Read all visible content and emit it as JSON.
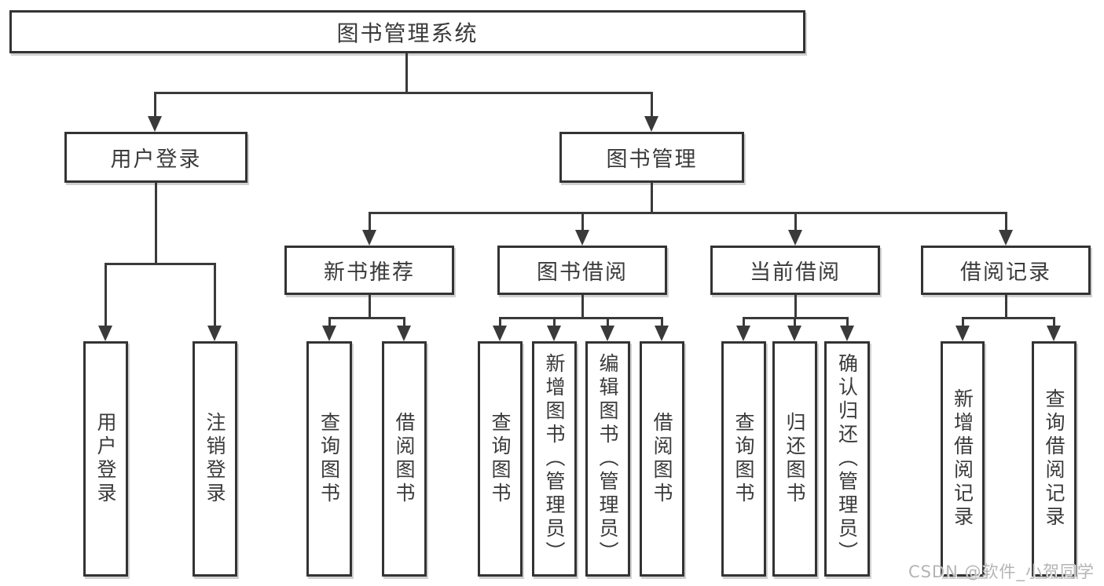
{
  "tree": {
    "root": {
      "label": "图书管理系统"
    },
    "children": [
      {
        "label": "用户登录",
        "children": [
          {
            "label": "用户登录"
          },
          {
            "label": "注销登录"
          }
        ]
      },
      {
        "label": "图书管理",
        "children": [
          {
            "label": "新书推荐",
            "children": [
              {
                "label": "查询图书"
              },
              {
                "label": "借阅图书"
              }
            ]
          },
          {
            "label": "图书借阅",
            "children": [
              {
                "label": "查询图书"
              },
              {
                "label": "新增图书（管理员）"
              },
              {
                "label": "编辑图书（管理员）"
              },
              {
                "label": "借阅图书"
              }
            ]
          },
          {
            "label": "当前借阅",
            "children": [
              {
                "label": "查询图书"
              },
              {
                "label": "归还图书"
              },
              {
                "label": "确认归还（管理员）"
              }
            ]
          },
          {
            "label": "借阅记录",
            "children": [
              {
                "label": "新增借阅记录"
              },
              {
                "label": "查询借阅记录"
              }
            ]
          }
        ]
      }
    ]
  },
  "watermark": {
    "text": "CSDN @软件_小贺同学"
  },
  "colors": {
    "border": "#333333",
    "line": "#3a3a3a",
    "text": "#3a3a3a",
    "background": "#ffffff",
    "watermark": "#b4b4b4"
  }
}
